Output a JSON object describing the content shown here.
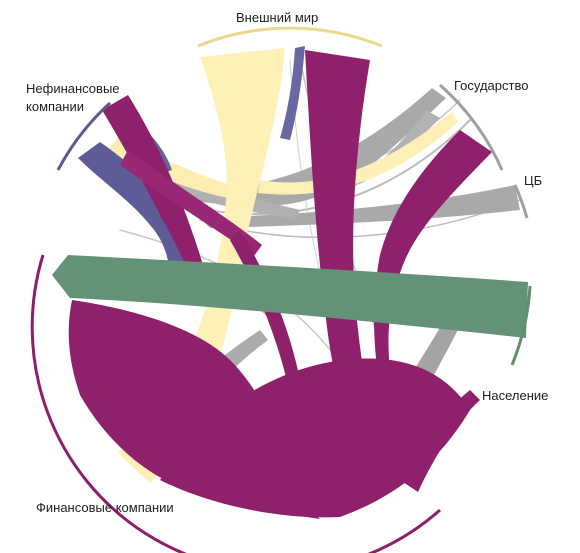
{
  "diagram": {
    "sectors": [
      {
        "id": "foreign",
        "label": "Внешний мир",
        "color": "#f2e4a6"
      },
      {
        "id": "gov",
        "label": "Государство",
        "color": "#a9a9a9"
      },
      {
        "id": "cb",
        "label": "ЦБ",
        "color": "#a9a9a9"
      },
      {
        "id": "household",
        "label": "Население",
        "color": "#5f8f6e"
      },
      {
        "id": "fin",
        "label": "Финансовые компании",
        "color": "#8c1f68"
      },
      {
        "id": "nonfin",
        "label": "Нефинансовые компании",
        "color": "#5c5a94"
      }
    ],
    "colors": {
      "financial": "#8f206c",
      "nonfinancial": "#5e5c96",
      "foreign": "#fdf1b8",
      "government": "#a8a8a8",
      "household": "#649276"
    }
  }
}
